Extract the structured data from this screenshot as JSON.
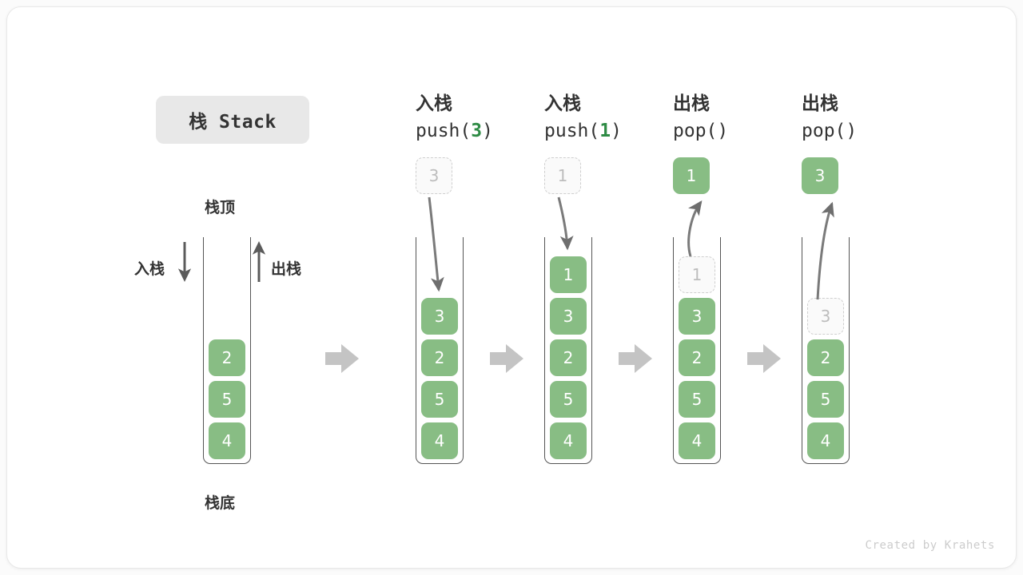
{
  "title": {
    "badge_label": "栈 Stack"
  },
  "legend": {
    "top_label": "栈顶",
    "bottom_label": "栈底",
    "push_label": "入栈",
    "pop_label": "出栈"
  },
  "steps": [
    {
      "id": "initial",
      "header_line1": "",
      "header_line2": "",
      "header_op": "",
      "header_value": "",
      "stack": [
        "2",
        "5",
        "4"
      ],
      "floating_value": "",
      "floating_style": "",
      "ghost_in_stack": ""
    },
    {
      "id": "push-3",
      "header_line1": "入栈",
      "header_line2": "push(3)",
      "header_op": "push",
      "header_value": "3",
      "stack": [
        "3",
        "2",
        "5",
        "4"
      ],
      "floating_value": "3",
      "floating_style": "ghost",
      "ghost_in_stack": ""
    },
    {
      "id": "push-1",
      "header_line1": "入栈",
      "header_line2": "push(1)",
      "header_op": "push",
      "header_value": "1",
      "stack": [
        "1",
        "3",
        "2",
        "5",
        "4"
      ],
      "floating_value": "1",
      "floating_style": "ghost",
      "ghost_in_stack": ""
    },
    {
      "id": "pop-1",
      "header_line1": "出栈",
      "header_line2": "pop()",
      "header_op": "pop",
      "header_value": "",
      "stack": [
        "3",
        "2",
        "5",
        "4"
      ],
      "floating_value": "1",
      "floating_style": "solid",
      "ghost_in_stack": "1"
    },
    {
      "id": "pop-3",
      "header_line1": "出栈",
      "header_line2": "pop()",
      "header_op": "pop",
      "header_value": "",
      "stack": [
        "2",
        "5",
        "4"
      ],
      "floating_value": "3",
      "floating_style": "solid",
      "ghost_in_stack": "3"
    }
  ],
  "transition_arrows": [
    "→",
    "→",
    "→",
    "→"
  ],
  "colors": {
    "cell_green": "#88bd84",
    "accent_green": "#2e8b45",
    "badge_grey": "#e8e8e8",
    "arrow_grey": "#c4c4c4",
    "tube_stroke": "#555555",
    "ghost_border": "#cfcfcf",
    "credit_grey": "#cccccc"
  },
  "footer": {
    "credit": "Created by Krahets"
  }
}
